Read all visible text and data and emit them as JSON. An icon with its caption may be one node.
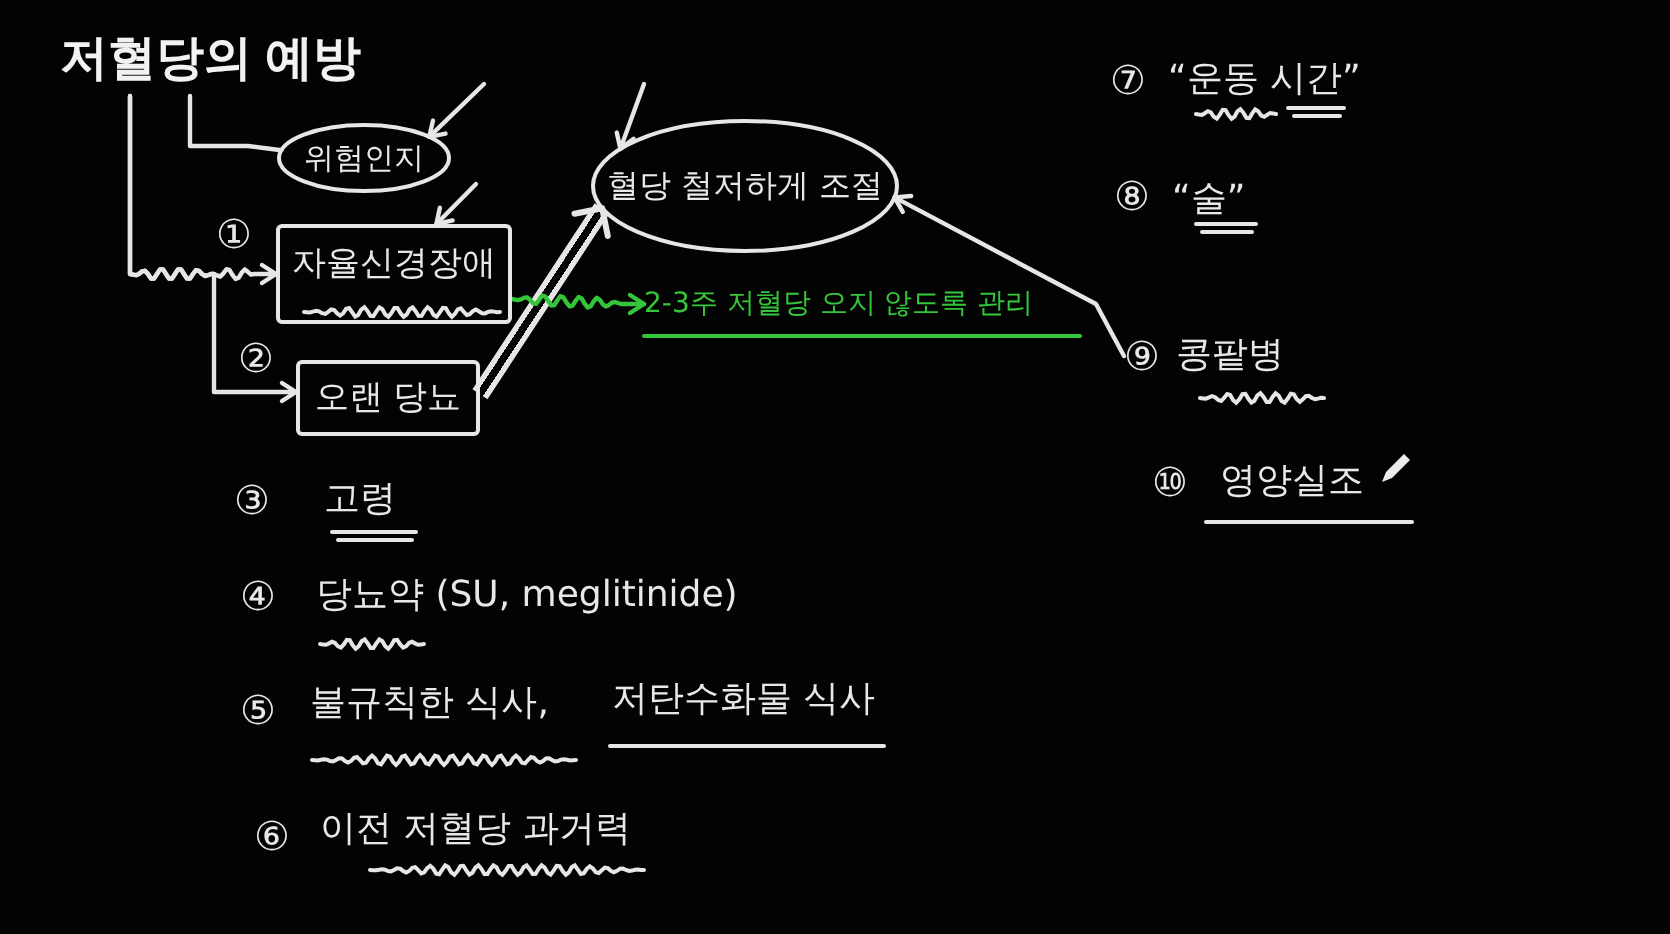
{
  "diagram": {
    "nodes": [
      {
        "text": [
          "저혈당의 예방"
        ]
      },
      {
        "text": [
          "위험인지"
        ]
      },
      {
        "text": [
          "자율신경장애"
        ]
      },
      {
        "text": [
          "오랜 당뇨"
        ]
      },
      {
        "text": [
          "혈당 철저하게 조절"
        ]
      },
      {
        "text": [
          "⑨",
          "콩팥병"
        ]
      },
      {
        "text": [
          "2-3주 저혈당 오지 않도록 관리"
        ]
      }
    ],
    "edges": [
      {
        "from": 0,
        "to": 1,
        "arrow": "none"
      },
      {
        "from": 0,
        "to": 2,
        "arrow": "to",
        "label": "①"
      },
      {
        "from": 0,
        "to": 3,
        "arrow": "to",
        "label": "②"
      },
      {
        "from": null,
        "to": 1,
        "arrow": "to"
      },
      {
        "from": null,
        "to": 2,
        "arrow": "to"
      },
      {
        "from": null,
        "to": 4,
        "arrow": "to"
      },
      {
        "from": 3,
        "to": 4,
        "arrow": "to",
        "style": "thick"
      },
      {
        "from": 5,
        "to": 4,
        "arrow": "to"
      },
      {
        "from": 2,
        "to": 6,
        "arrow": "to",
        "color": "#35c53a"
      }
    ],
    "labels": [
      "③",
      "고령",
      "④",
      "당뇨약 (SU, meglitinide)",
      "⑤",
      "불규칙한 식사,",
      "저탄수화물 식사",
      "⑥",
      "이전 저혈당 과거력",
      "⑦",
      "“운동 시간”",
      "⑧",
      "“술”",
      "⑩",
      "영양실조"
    ]
  }
}
